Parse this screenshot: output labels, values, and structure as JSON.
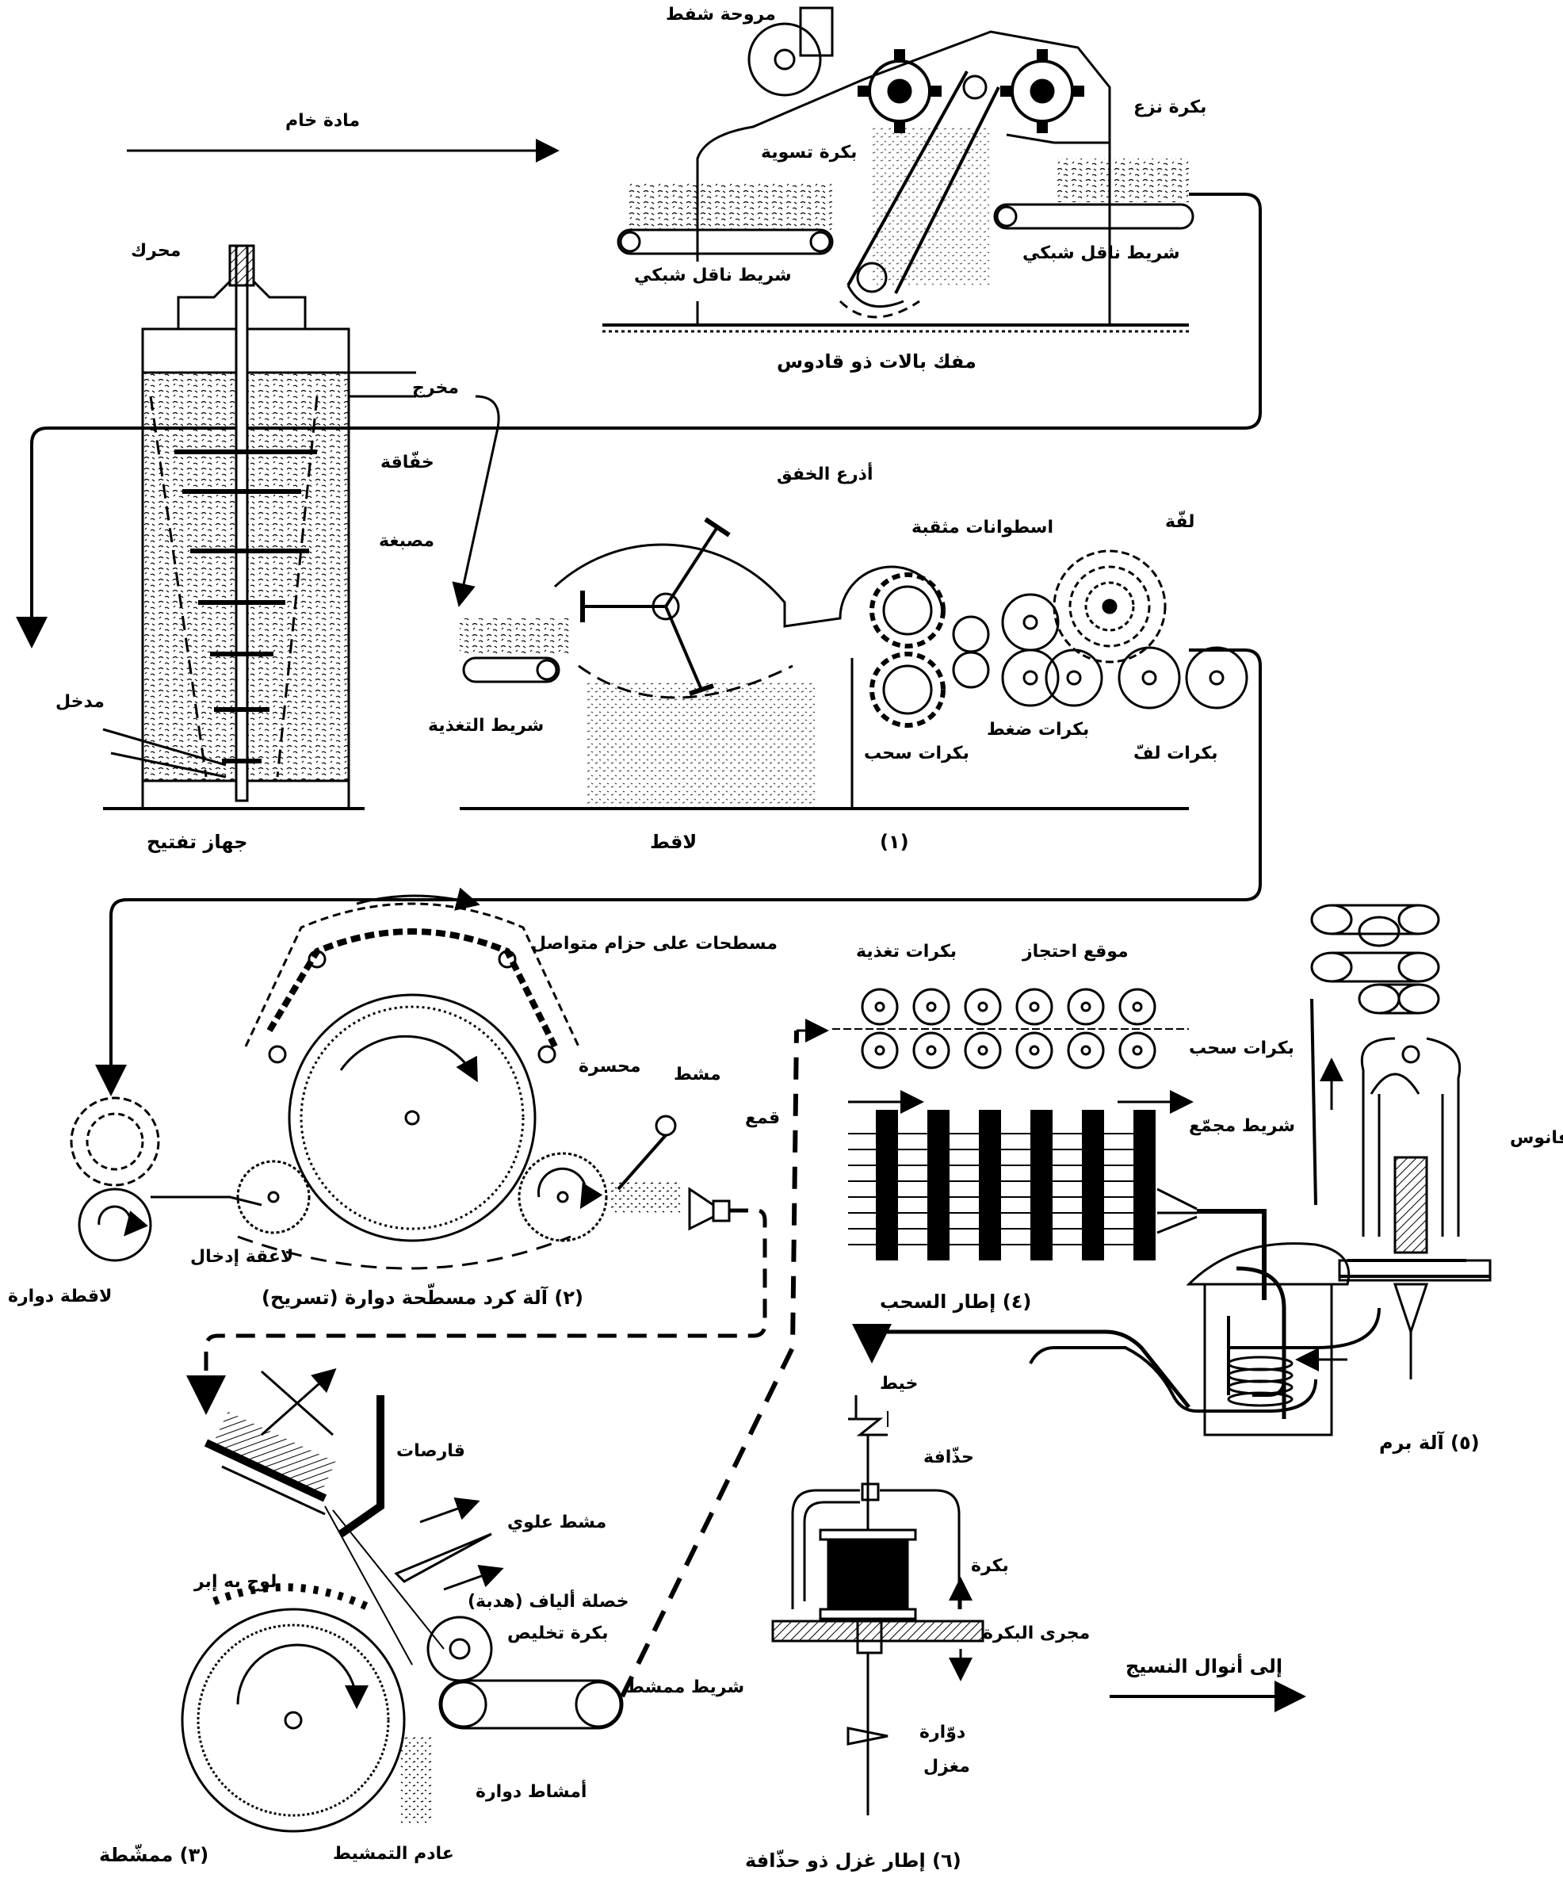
{
  "labels": {
    "raw_material": "مادة خام",
    "suction_fan": "مروحة شفط",
    "leveling_roll": "بكرة تسوية",
    "stripping_roll": "بكرة نزع",
    "mesh_conveyor_1": "شريط ناقل شبكي",
    "mesh_conveyor_2": "شريط ناقل شبكي",
    "hopper_bale_opener": "مفك بالات ذو قادوس",
    "motor": "محرك",
    "outlet": "مخرج",
    "beater": "خفّاقة",
    "grid": "مصبغة",
    "inlet": "مدخل",
    "opener": "جهاز تفتيح",
    "beater_arms": "أذرع الخفق",
    "perforated_cylinders": "اسطوانات مثقبة",
    "lap": "لفّة",
    "feed_belt": "شريط التغذية",
    "draw_rolls": "بكرات سحب",
    "press_rolls": "بكرات ضغط",
    "lap_rolls": "بكرات لفّ",
    "scutcher": "لاقط",
    "num_1": "(١)",
    "flats_belt": "مسطحات على حزام متواصل",
    "licker_in": "لاعقة إدخال",
    "doffer": "محسرة",
    "doffing_comb": "مشط",
    "trumpet": "قمع",
    "rotating_lap": "لاقطة دوارة",
    "card_title": "(٢) آلة كرد مسطّحة دوارة (تسريح)",
    "feed_rolls": "بكرات تغذية",
    "draft_zone": "موقع احتجاز",
    "draw_rolls_2": "بكرات سحب",
    "sliver": "شريط مجمّع",
    "draw_frame": "(٤) إطار السحب",
    "flyer_lantern": "فانوس",
    "roving_frame": "(٥) آلة برم",
    "nippers": "قارصات",
    "top_comb": "مشط علوي",
    "needle_plate": "لوح به إبر",
    "fiber_tuft": "خصلة ألياف (هدبة)",
    "detaching_roll": "بكرة تخليص",
    "combed_sliver": "شريط ممشط",
    "rotary_combs": "أمشاط دوارة",
    "noil": "عادم التمشيط",
    "comber": "(٣) ممشّطة",
    "yarn": "خيط",
    "traveler": "حذّافة",
    "bobbin": "بكرة",
    "ring_rail": "مجرى البكرة",
    "whorl": "دوّارة",
    "spindle": "مغزل",
    "ring_frame": "(٦) إطار غزل ذو حذّافة",
    "to_looms": "إلى أنوال النسيج"
  }
}
